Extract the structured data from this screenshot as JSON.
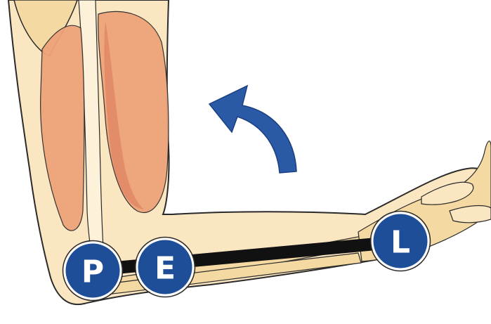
{
  "labels": {
    "pivot": "P",
    "effort": "E",
    "load": "L"
  },
  "colors": {
    "skin": "#fbe6c2",
    "bone": "#f5d9a3",
    "muscle": "#eea37a",
    "muscle_dark": "#d9775a",
    "outline": "#2a2a2a",
    "lever": "#111111",
    "circle_fill": "#1f4e98",
    "arrow": "#2a5aa6",
    "label_text": "#ffffff"
  },
  "icons": {
    "motion_arrow": "curved-arrow-up-left-icon"
  }
}
